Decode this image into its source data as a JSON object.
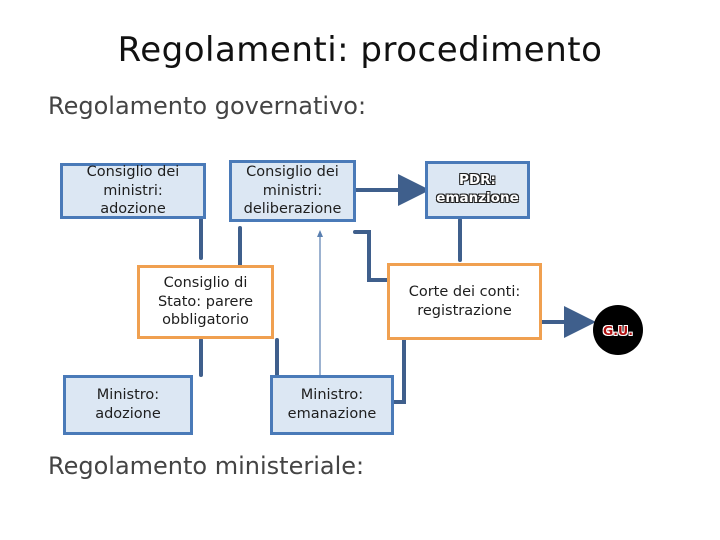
{
  "title": "Regolamenti: procedimento",
  "subtitle_gov": "Regolamento governativo:",
  "subtitle_min": "Regolamento ministeriale:",
  "nodes": {
    "cdm_adozione": "Consiglio dei ministri: adozione",
    "cdm_deliberazione": "Consiglio dei ministri: deliberazione",
    "pdr_emanazione": "PDR: emanzione",
    "cds_parere": "Consiglio di Stato: parere obbligatorio",
    "corte_conti": "Corte dei conti: registrazione",
    "ministro_adozione": "Ministro: adozione",
    "ministro_emanazione": "Ministro: emanazione",
    "gu": "G.U."
  },
  "colors": {
    "blue_fill": "#dce7f3",
    "blue_border": "#4a7ab8",
    "orange_border": "#f0a050",
    "connector": "#3f5f8c",
    "gu_text": "#b01010"
  }
}
